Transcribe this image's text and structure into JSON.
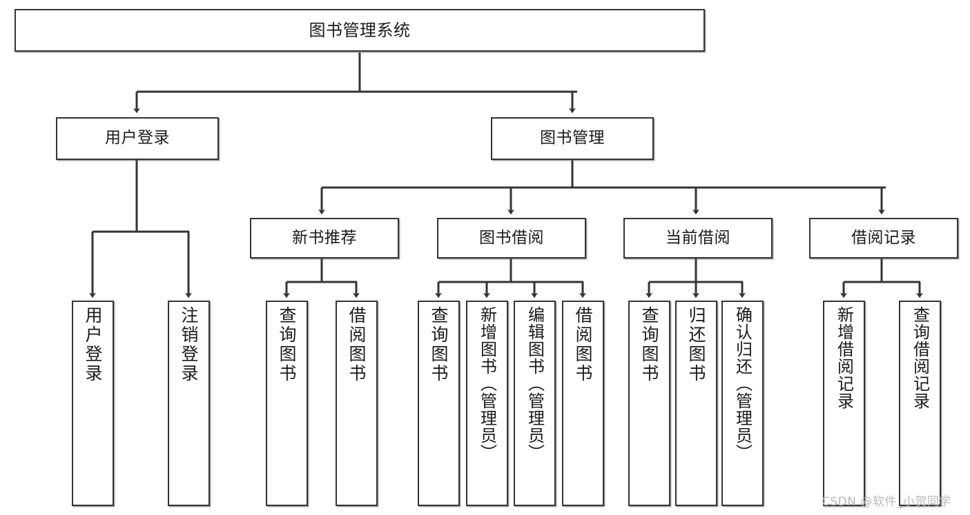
{
  "diagram": {
    "title": "图书管理系统",
    "type": "tree-hierarchy-chart",
    "orientation": "top-down",
    "colors": {
      "box_border": "#333333",
      "box_fill": "#ffffff",
      "connector": "#333333",
      "text": "#1a1a1a",
      "watermark": "#b9b9b9",
      "background": "#ffffff"
    }
  },
  "root": {
    "label": "图书管理系统"
  },
  "level2": [
    {
      "label": "用户登录"
    },
    {
      "label": "图书管理"
    }
  ],
  "level3": [
    {
      "label": "新书推荐"
    },
    {
      "label": "图书借阅"
    },
    {
      "label": "当前借阅"
    },
    {
      "label": "借阅记录"
    }
  ],
  "leaves": {
    "user_login": [
      {
        "label": "用户登录"
      },
      {
        "label": "注销登录"
      }
    ],
    "new_book_recommend": [
      {
        "label": "查询图书"
      },
      {
        "label": "借阅图书"
      }
    ],
    "book_borrow": [
      {
        "label": "查询图书"
      },
      {
        "label": "新增图书（管理员）"
      },
      {
        "label": "编辑图书（管理员）"
      },
      {
        "label": "借阅图书"
      }
    ],
    "current_borrow": [
      {
        "label": "查询图书"
      },
      {
        "label": "归还图书"
      },
      {
        "label": "确认归还（管理员）"
      }
    ],
    "borrow_record": [
      {
        "label": "新增借阅记录"
      },
      {
        "label": "查询借阅记录"
      }
    ]
  },
  "watermark": {
    "text": "CSDN @软件_小贺同学"
  }
}
